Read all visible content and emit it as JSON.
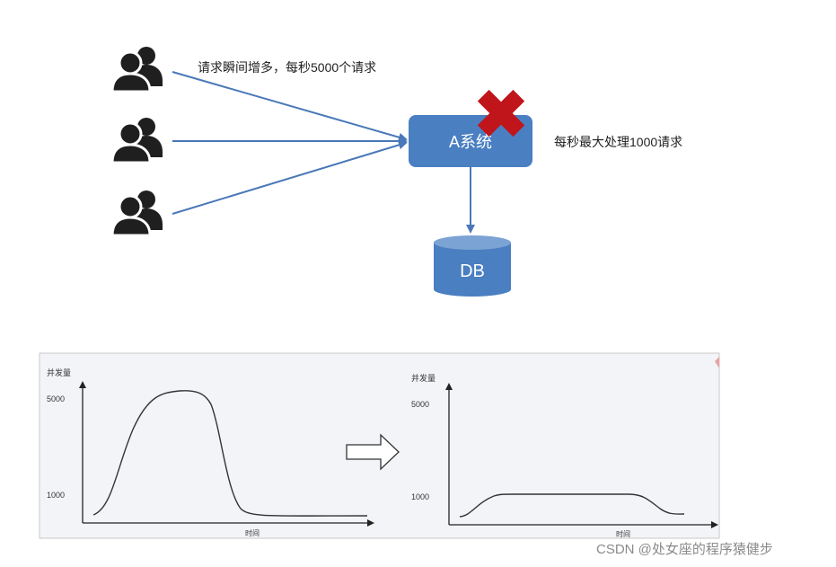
{
  "top_diagram": {
    "request_label": "请求瞬间增多，每秒5000个请求",
    "system_label": "A系统",
    "capacity_label": "每秒最大处理1000请求",
    "db_label": "DB",
    "colors": {
      "box": "#4a7fc1",
      "arrow": "#4a78b8",
      "cross": "#c0151b",
      "user_icon": "#1f1f1f"
    },
    "icons": [
      "user-group-icon",
      "user-group-icon",
      "user-group-icon",
      "x-mark-icon",
      "database-icon"
    ]
  },
  "bottom_panel": {
    "left_chart": {
      "ylabel": "并发量",
      "xlabel": "时间",
      "yticks": [
        "5000",
        "1000"
      ]
    },
    "transition_icon": "right-arrow-icon",
    "right_chart": {
      "ylabel": "并发量",
      "xlabel": "时间",
      "yticks": [
        "5000",
        "1000"
      ]
    }
  },
  "watermark": "CSDN @处女座的程序猿健步"
}
